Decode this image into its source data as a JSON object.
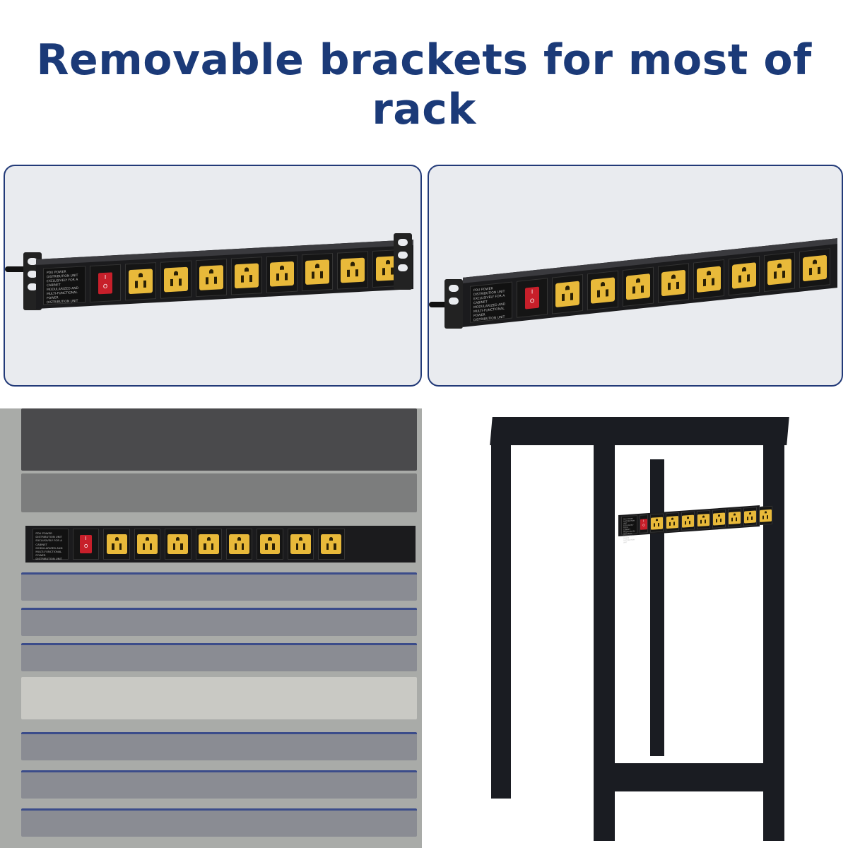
{
  "title": "Removable brackets for most of rack",
  "pdu": {
    "label": "PDU POWER DISTRIBUTION UNIT EXCLUSIVELY FOR A CABINET MODULARIZED AND MULTI-FUNCTIONAL POWER DISTRIBUTION UNIT",
    "switch_on": "I",
    "switch_off": "O",
    "outlet_count": 8
  },
  "colors": {
    "title": "#1b3a78",
    "outlet": "#e8b93a",
    "switch": "#c71f2a",
    "body": "#1b1b1d",
    "panel_border": "#223a78"
  }
}
